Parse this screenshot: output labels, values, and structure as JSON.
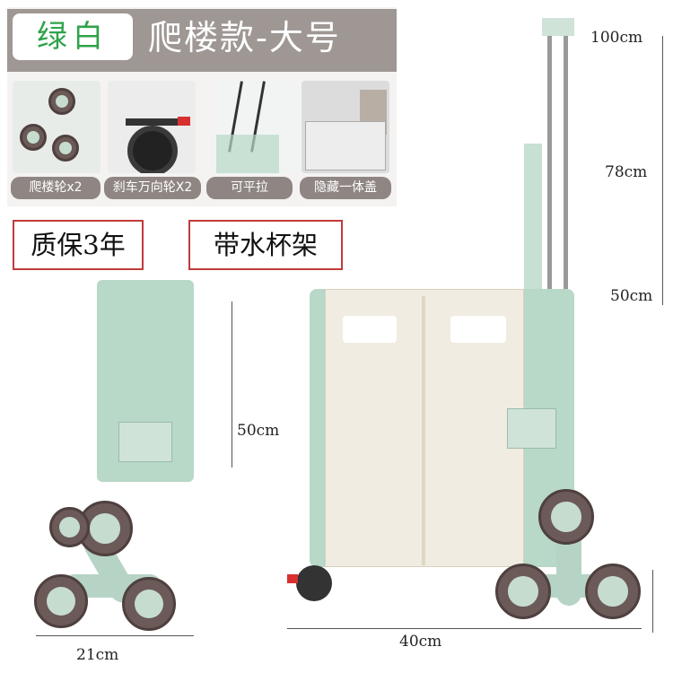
{
  "header": {
    "color_label": "绿白",
    "model_label": "爬楼款-大号"
  },
  "features": [
    {
      "label": "爬楼轮x2",
      "icon": "stair-climbing-wheel-icon"
    },
    {
      "label": "刹车万向轮X2",
      "icon": "brake-caster-icon"
    },
    {
      "label": "可平拉",
      "icon": "pull-handle-icon"
    },
    {
      "label": "隐藏一体盖",
      "icon": "hidden-lid-icon"
    }
  ],
  "badges": {
    "warranty": "质保3年",
    "cup_holder": "带水杯架"
  },
  "dimensions": {
    "handle_max": "100cm",
    "handle_mid": "78cm",
    "box_height_front": "50cm",
    "box_height_side": "50cm",
    "depth": "21cm",
    "width": "40cm"
  },
  "colors": {
    "mint": "#b8d8c8",
    "cream": "#f1ece1",
    "band": "#9e9794",
    "badge_border": "#c23a3a"
  }
}
